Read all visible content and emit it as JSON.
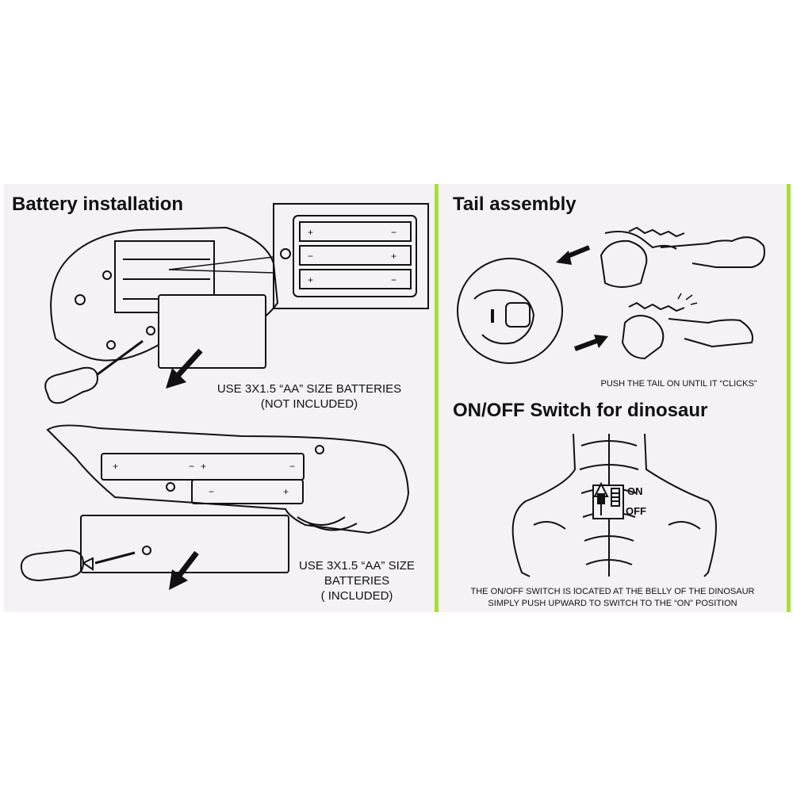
{
  "battery": {
    "title": "Battery installation",
    "note1_line1": "USE 3X1.5 “AA” SIZE BATTERIES",
    "note1_line2": "(NOT INCLUDED)",
    "note2_line1": "USE 3X1.5 “AA” SIZE",
    "note2_line2": "BATTERIES",
    "note2_line3": "( INCLUDED)"
  },
  "tail": {
    "title": "Tail assembly",
    "caption": "PUSH THE TAIL ON UNTIL IT “CLICKS”"
  },
  "switch": {
    "title": "ON/OFF Switch for dinosaur",
    "on_label": "ON",
    "off_label": "OFF",
    "caption_line1": "THE ON/OFF SWITCH IS lOCATED AT THE BELLY OF THE DINOSAUR",
    "caption_line2": "SIMPLY PUSH UPWARD TO SWITCH TO THE “ON” POSITION"
  },
  "colors": {
    "accent": "#a8e02e",
    "sheet": "#f4f2f5",
    "ink": "#111111"
  }
}
